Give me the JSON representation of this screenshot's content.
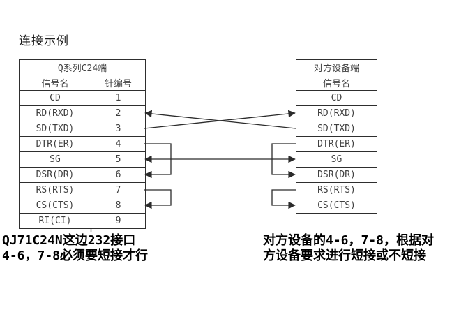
{
  "title": "连接示例",
  "left_table": {
    "header": "Q系列C24端",
    "columns": [
      "信号名",
      "针编号"
    ],
    "rows": [
      {
        "signal": "CD",
        "pin": "1"
      },
      {
        "signal": "RD(RXD)",
        "pin": "2"
      },
      {
        "signal": "SD(TXD)",
        "pin": "3"
      },
      {
        "signal": "DTR(ER)",
        "pin": "4"
      },
      {
        "signal": "SG",
        "pin": "5"
      },
      {
        "signal": "DSR(DR)",
        "pin": "6"
      },
      {
        "signal": "RS(RTS)",
        "pin": "7"
      },
      {
        "signal": "CS(CTS)",
        "pin": "8"
      },
      {
        "signal": "RI(CI)",
        "pin": "9"
      }
    ]
  },
  "right_table": {
    "header": "对方设备端",
    "columns": [
      "信号名"
    ],
    "rows": [
      {
        "signal": "CD"
      },
      {
        "signal": "RD(RXD)"
      },
      {
        "signal": "SD(TXD)"
      },
      {
        "signal": "DTR(ER)"
      },
      {
        "signal": "SG"
      },
      {
        "signal": "DSR(DR)"
      },
      {
        "signal": "RS(RTS)"
      },
      {
        "signal": "CS(CTS)"
      }
    ]
  },
  "connections": [
    {
      "id": "cross-rx",
      "from": "对方设备端 SD(TXD)",
      "to": "Q系列C24端 RD(RXD) 针2",
      "arrow": "at-left"
    },
    {
      "id": "cross-tx",
      "from": "Q系列C24端 SD(TXD) 针3",
      "to": "对方设备端 RD(RXD)",
      "arrow": "at-right"
    },
    {
      "id": "sg-straight",
      "from": "Q系列C24端 SG 针5",
      "to": "对方设备端 SG",
      "arrow": "both"
    },
    {
      "id": "left-jumper-4-6",
      "type": "jumper",
      "between": "Q系列C24端 针4 DTR(ER) — 针6 DSR(DR)"
    },
    {
      "id": "left-jumper-7-8",
      "type": "jumper",
      "between": "Q系列C24端 针7 RS(RTS) — 针8 CS(CTS)"
    },
    {
      "id": "right-jumper-dtr-dsr",
      "type": "jumper",
      "between": "对方设备端 DTR(ER) — DSR(DR)"
    },
    {
      "id": "right-jumper-rs-cs",
      "type": "jumper",
      "between": "对方设备端 RS(RTS) — CS(CTS)"
    }
  ],
  "notes": {
    "left": [
      "QJ71C24N这边232接口",
      "4-6，7-8必须要短接才行"
    ],
    "right": [
      "对方设备的4-6，7-8，根据对",
      "方设备要求进行短接或不短接"
    ]
  },
  "colors": {
    "background": "#ffffff",
    "line": "#2b2b2b",
    "table_text": "#3f3f3f",
    "note_text": "#000000"
  }
}
